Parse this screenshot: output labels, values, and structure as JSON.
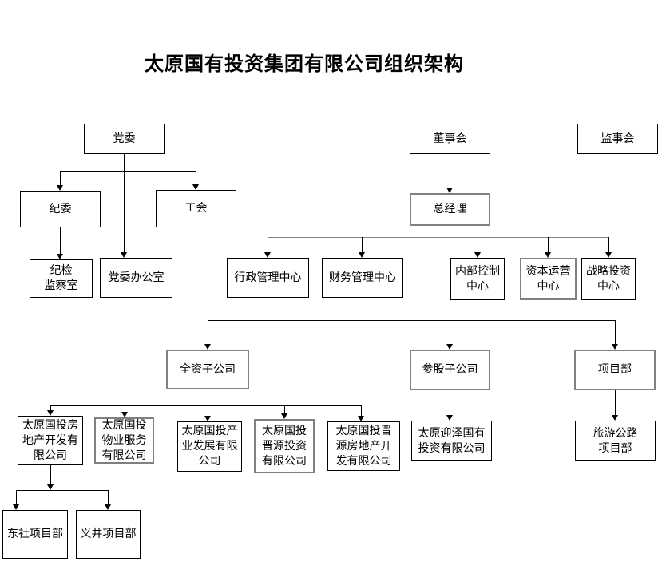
{
  "title": "太原国有投资集团有限公司组织架构",
  "colors": {
    "line": "#000000",
    "branch_line_gray": "#808080",
    "emphasis_border": "#808080",
    "background": "#ffffff",
    "text": "#000000"
  },
  "nodes": {
    "party_committee": {
      "label": "党委"
    },
    "board_of_directors": {
      "label": "董事会"
    },
    "supervisory_board": {
      "label": "监事会"
    },
    "discipline_committee": {
      "label": "纪委"
    },
    "labor_union": {
      "label": "工会"
    },
    "general_manager": {
      "label": "总经理"
    },
    "discipline_inspection_office": {
      "label": "纪检\n监察室"
    },
    "party_committee_office": {
      "label": "党委办公室"
    },
    "admin_center": {
      "label": "行政管理中心"
    },
    "finance_center": {
      "label": "财务管理中心"
    },
    "internal_control_center": {
      "label": "内部控制\n中心"
    },
    "capital_operation_center": {
      "label": "资本运营\n中心"
    },
    "strategic_investment_center": {
      "label": "战略投资\n中心"
    },
    "wholly_owned_subsidiaries": {
      "label": "全资子公司"
    },
    "equity_subsidiaries": {
      "label": "参股子公司"
    },
    "project_dept": {
      "label": "项目部"
    },
    "real_estate_co": {
      "label": "太原国投房\n地产开发有\n限公司"
    },
    "property_service_co": {
      "label": "太原国投\n物业服务\n有限公司"
    },
    "industry_dev_co": {
      "label": "太原国投产\n业发展有限\n公司"
    },
    "jinyuan_investment_co": {
      "label": "太原国投\n晋源投资\n有限公司"
    },
    "jinyuan_real_estate_co": {
      "label": "太原国投晋\n源房地产开\n发有限公司"
    },
    "yingze_investment_co": {
      "label": "太原迎泽国有\n投资有限公司"
    },
    "tourism_highway_dept": {
      "label": "旅游公路\n项目部"
    },
    "dongshe_project_dept": {
      "label": "东社项目部"
    },
    "yijing_project_dept": {
      "label": "义井项目部"
    }
  }
}
